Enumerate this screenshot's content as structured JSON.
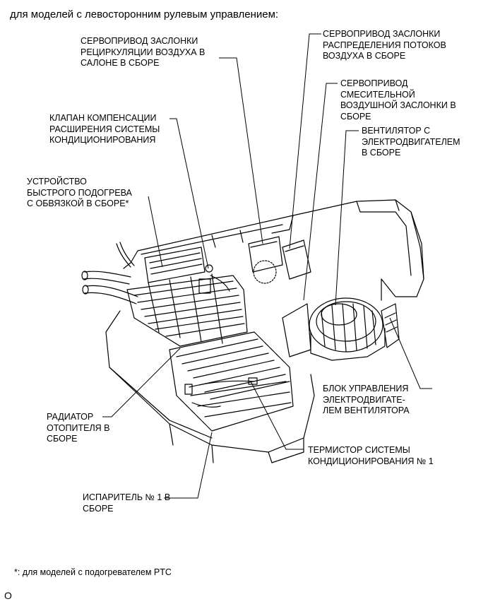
{
  "heading": "для моделей с левосторонним рулевым управлением:",
  "labels": {
    "recirc_servo": "СЕРВОПРИВОД ЗАСЛОНКИ\nРЕЦИРКУЛЯЦИИ ВОЗДУХА В\nСАЛОНЕ В СБОРЕ",
    "mode_servo": "СЕРВОПРИВОД ЗАСЛОНКИ\nРАСПРЕДЕЛЕНИЯ ПОТОКОВ\nВОЗДУХА В СБОРЕ",
    "mix_servo": "СЕРВОПРИВОД\nСМЕСИТЕЛЬНОЙ\nВОЗДУШНОЙ ЗАСЛОНКИ В\nСБОРЕ",
    "blower": "ВЕНТИЛЯТОР С\nЭЛЕКТРОДВИГАТЕЛЕМ\nВ СБОРЕ",
    "expansion_valve": "КЛАПАН КОМПЕНСАЦИИ\nРАСШИРЕНИЯ СИСТЕМЫ\nКОНДИЦИОНИРОВАНИЯ",
    "quick_heater": "УСТРОЙСТВО\nБЫСТРОГО ПОДОГРЕВА\nС ОБВЯЗКОЙ В СБОРЕ*",
    "blower_controller": "БЛОК УПРАВЛЕНИЯ\nЭЛЕКТРОДВИГАТЕ-\nЛЕМ ВЕНТИЛЯТОРА",
    "heater_radiator": "РАДИАТОР\nОТОПИТЕЛЯ В\nСБОРЕ",
    "thermistor": "ТЕРМИСТОР СИСТЕМЫ\nКОНДИЦИОНИРОВАНИЯ № 1",
    "evaporator": "ИСПАРИТЕЛЬ № 1 В\nСБОРЕ"
  },
  "footnote": "*: для моделей с подогревателем PTC",
  "figure_code": "O"
}
